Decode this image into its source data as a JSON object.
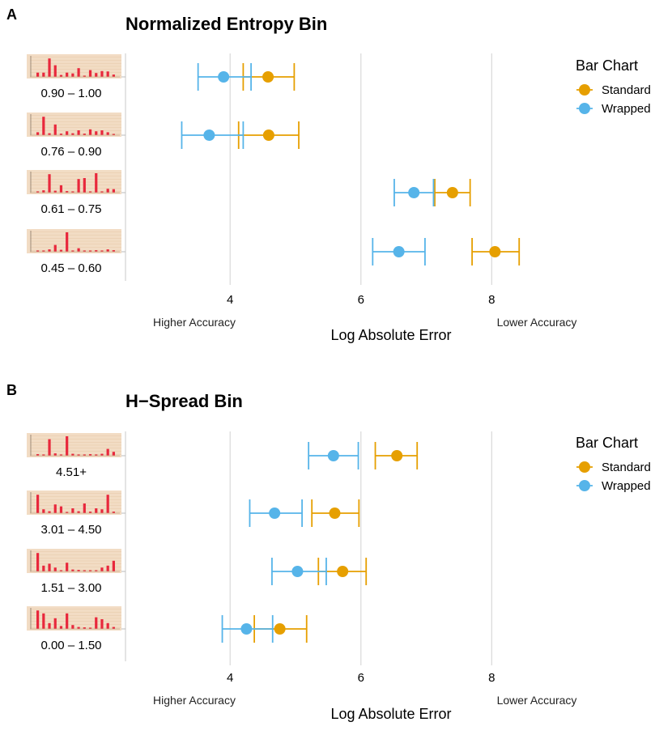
{
  "colors": {
    "standard": "#E69F00",
    "wrapped": "#56B4E9",
    "thumb_bg": "#F2DCC4",
    "thumb_bar": "#E8283C",
    "grid": "#D9D9D9"
  },
  "chart_data": [
    {
      "type": "scatter",
      "panel_letter": "A",
      "title": "Normalized Entropy Bin",
      "xlabel": "Log Absolute Error",
      "x_left_annotation": "Higher Accuracy",
      "x_right_annotation": "Lower Accuracy",
      "xlim": [
        2.4,
        8.9
      ],
      "xticks": [
        "4",
        "6",
        "8"
      ],
      "legend": {
        "title": "Bar Chart",
        "entries": [
          "Standard",
          "Wrapped"
        ],
        "position": "right"
      },
      "categories": [
        "0.90 – 1.00",
        "0.76 – 0.90",
        "0.61 – 0.75",
        "0.45 – 0.60"
      ],
      "thumbnails": [
        [
          0.22,
          0.22,
          0.95,
          0.6,
          0.1,
          0.22,
          0.18,
          0.45,
          0.05,
          0.35,
          0.2,
          0.3,
          0.28,
          0.12
        ],
        [
          0.15,
          0.95,
          0.1,
          0.55,
          0.08,
          0.2,
          0.1,
          0.25,
          0.08,
          0.3,
          0.2,
          0.25,
          0.15,
          0.05
        ],
        [
          0.05,
          0.12,
          0.95,
          0.1,
          0.38,
          0.08,
          0.05,
          0.7,
          0.75,
          0.05,
          1.0,
          0.05,
          0.2,
          0.18
        ],
        [
          0.05,
          0.02,
          0.12,
          0.35,
          0.1,
          1.0,
          0.05,
          0.18,
          0.05,
          0.02,
          0.08,
          0.02,
          0.12,
          0.08
        ]
      ],
      "series": [
        {
          "name": "Standard",
          "mean": [
            4.58,
            4.59,
            7.4,
            8.05
          ],
          "lower": [
            4.2,
            4.13,
            7.13,
            7.7
          ],
          "upper": [
            4.98,
            5.05,
            7.67,
            8.42
          ]
        },
        {
          "name": "Wrapped",
          "mean": [
            3.9,
            3.68,
            6.81,
            6.58
          ],
          "lower": [
            3.51,
            3.26,
            6.51,
            6.18
          ],
          "upper": [
            4.32,
            4.2,
            7.11,
            6.98
          ]
        }
      ]
    },
    {
      "type": "scatter",
      "panel_letter": "B",
      "title": "H−Spread Bin",
      "xlabel": "Log Absolute Error",
      "x_left_annotation": "Higher Accuracy",
      "x_right_annotation": "Lower Accuracy",
      "xlim": [
        2.4,
        8.9
      ],
      "xticks": [
        "4",
        "6",
        "8"
      ],
      "legend": {
        "title": "Bar Chart",
        "entries": [
          "Standard",
          "Wrapped"
        ],
        "position": "right"
      },
      "categories": [
        "4.51+",
        "3.01 – 4.50",
        "1.51 – 3.00",
        "0.00 – 1.50"
      ],
      "thumbnails": [
        [
          0.08,
          0.05,
          0.85,
          0.12,
          0.05,
          1.0,
          0.1,
          0.05,
          0.05,
          0.08,
          0.05,
          0.1,
          0.35,
          0.2
        ],
        [
          0.95,
          0.2,
          0.1,
          0.45,
          0.35,
          0.05,
          0.25,
          0.1,
          0.5,
          0.08,
          0.25,
          0.2,
          0.95,
          0.08
        ],
        [
          0.95,
          0.3,
          0.4,
          0.2,
          0.05,
          0.45,
          0.1,
          0.08,
          0.06,
          0.05,
          0.05,
          0.2,
          0.3,
          0.55
        ],
        [
          0.95,
          0.8,
          0.3,
          0.55,
          0.15,
          0.8,
          0.2,
          0.1,
          0.08,
          0.05,
          0.6,
          0.5,
          0.3,
          0.1
        ]
      ],
      "series": [
        {
          "name": "Standard",
          "mean": [
            6.55,
            5.6,
            5.72,
            4.76
          ],
          "lower": [
            6.22,
            5.25,
            5.35,
            4.37
          ],
          "upper": [
            6.86,
            5.97,
            6.08,
            5.17
          ]
        },
        {
          "name": "Wrapped",
          "mean": [
            5.58,
            4.68,
            5.03,
            4.25
          ],
          "lower": [
            5.2,
            4.3,
            4.64,
            3.88
          ],
          "upper": [
            5.96,
            5.1,
            5.47,
            4.65
          ]
        }
      ]
    }
  ]
}
